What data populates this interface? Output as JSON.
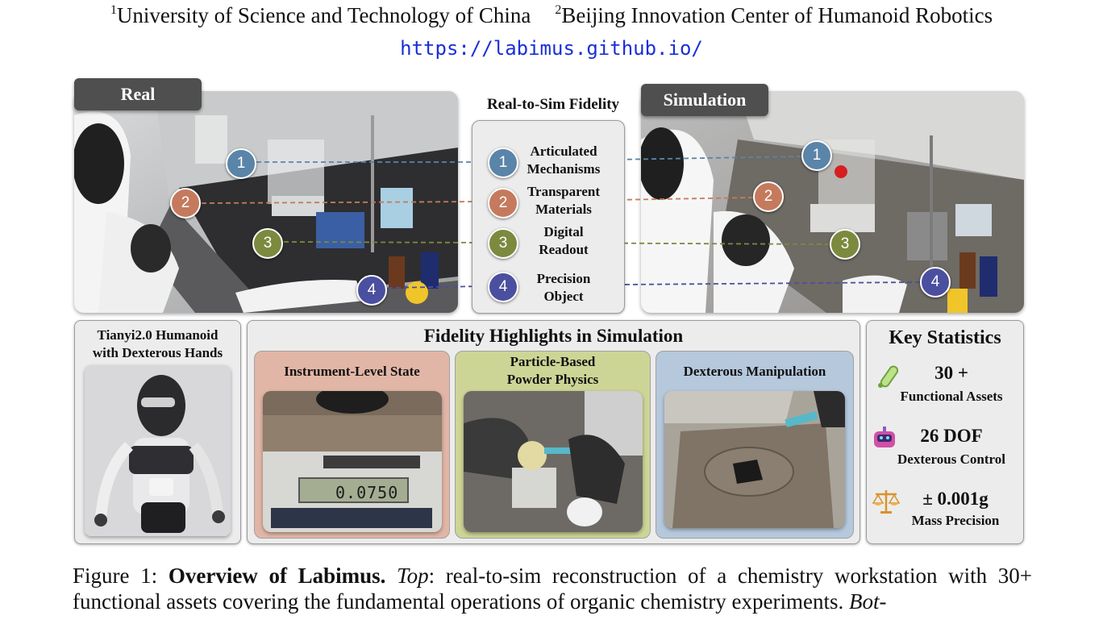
{
  "header": {
    "affil1_sup": "1",
    "affil1": "University of Science and Technology of China",
    "affil2_sup": "2",
    "affil2": "Beijing Innovation Center of Humanoid Robotics",
    "url": "https://labimus.github.io/"
  },
  "top": {
    "real_tag": "Real",
    "sim_tag": "Simulation",
    "center_title": "Real-to-Sim Fidelity",
    "features": [
      {
        "num": "1",
        "line1": "Articulated",
        "line2": "Mechanisms",
        "color": "#5a84a8"
      },
      {
        "num": "2",
        "line1": "Transparent",
        "line2": "Materials",
        "color": "#c57a5d"
      },
      {
        "num": "3",
        "line1": "Digital",
        "line2": "Readout",
        "color": "#7b8a3e"
      },
      {
        "num": "4",
        "line1": "Precision",
        "line2": "Object",
        "color": "#4b4f9f"
      }
    ]
  },
  "bottom": {
    "robot_title_1": "Tianyi2.0 Humanoid",
    "robot_title_2": "with Dexterous Hands",
    "highlights_title": "Fidelity Highlights in Simulation",
    "highlights": [
      {
        "line1": "Instrument-Level State",
        "line2": "",
        "color": "#e2b6a6",
        "readout": "0.0750"
      },
      {
        "line1": "Particle-Based",
        "line2": "Powder Physics",
        "color": "#cdd596"
      },
      {
        "line1": "Dexterous Manipulation",
        "line2": "",
        "color": "#b6c8dc"
      }
    ],
    "stats_title": "Key Statistics",
    "stats": [
      {
        "icon": "test-tube-icon",
        "value": "30 +",
        "label": "Functional Assets"
      },
      {
        "icon": "robot-icon",
        "value": "26 DOF",
        "label": "Dexterous Control"
      },
      {
        "icon": "balance-scale-icon",
        "value": "± 0.001g",
        "label": "Mass Precision"
      }
    ]
  },
  "caption": {
    "fig": "Figure 1:",
    "bold": "Overview of Labimus.",
    "top_label": "Top",
    "text1": ": real-to-sim reconstruction of a chemistry workstation with 30+ functional assets covering the fundamental operations of organic chemistry experiments.",
    "bot_label": "Bot-"
  }
}
